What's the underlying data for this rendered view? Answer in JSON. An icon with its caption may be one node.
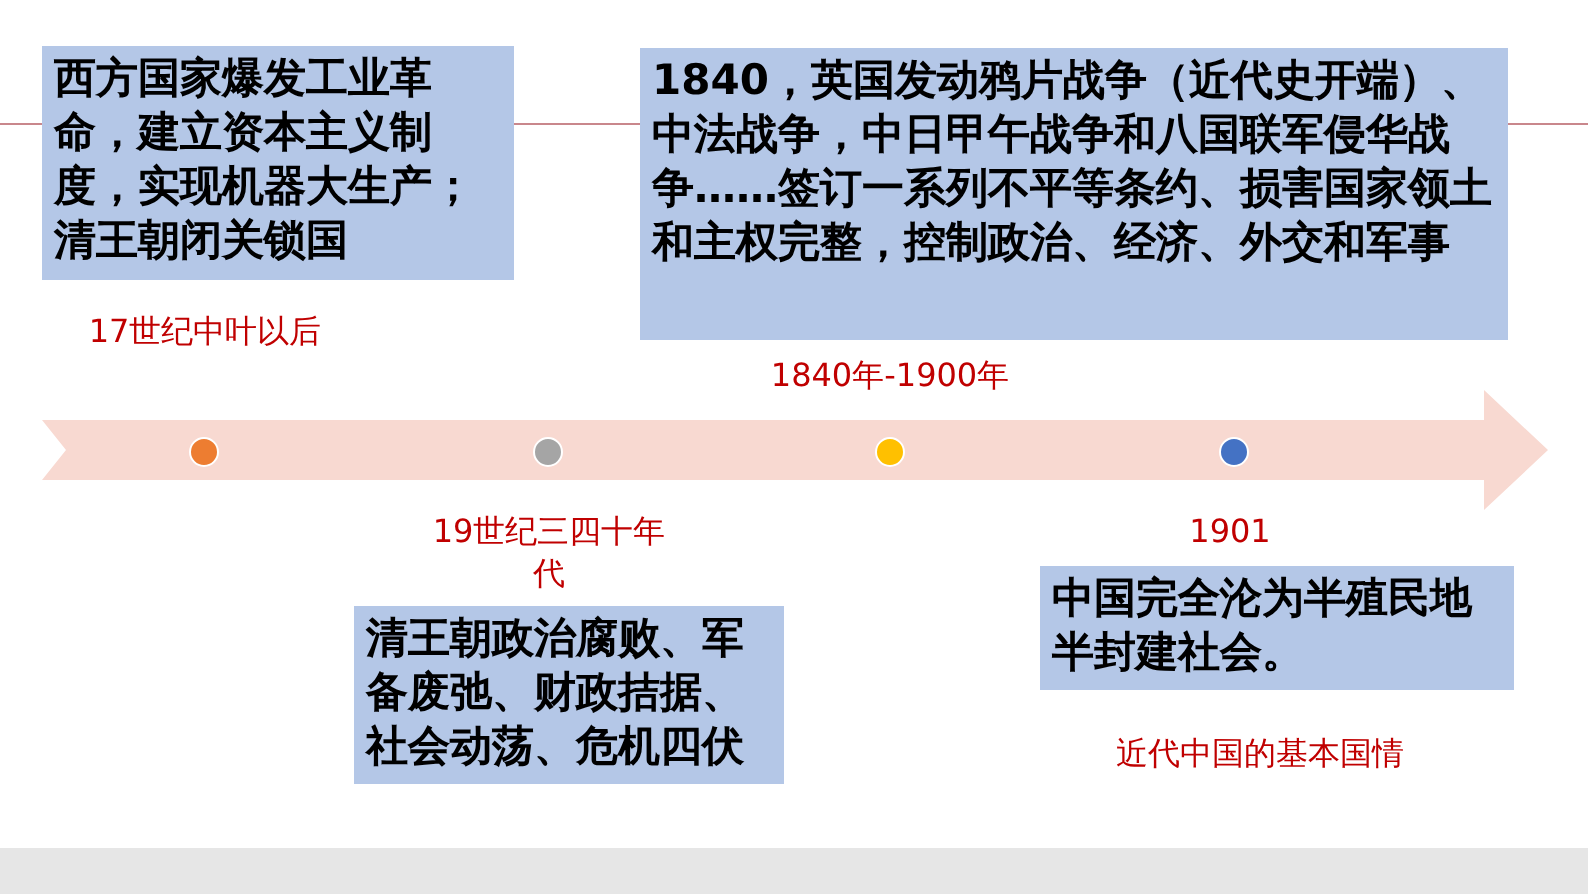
{
  "diagram": {
    "nodes": [
      {
        "text": [
          "西方国家爆发工业革命，建立资本主义制度，实现机器大生产；清王朝闭关锁国"
        ],
        "beside": [
          "17世纪中叶以后"
        ]
      },
      {
        "text": [
          "1840，英国发动鸦片战争（近代史开端）、中法战争，中日甲午战争和八国联军侵华战争……签订一系列不平等条约、损害国家领土和主权完整，控制政治、经济、外交和军事"
        ],
        "beside": [
          "1840年-1900年"
        ]
      },
      {
        "text": [
          "清王朝政治腐败、军备废弛、财政拮据、社会动荡、危机四伏"
        ],
        "beside": [
          "19世纪三四十年代"
        ]
      },
      {
        "text": [
          "中国完全沦为半殖民地半封建社会。"
        ],
        "beside": [
          "1901"
        ]
      }
    ],
    "edges": [],
    "labels": [
      "近代中国的基本国情"
    ]
  }
}
